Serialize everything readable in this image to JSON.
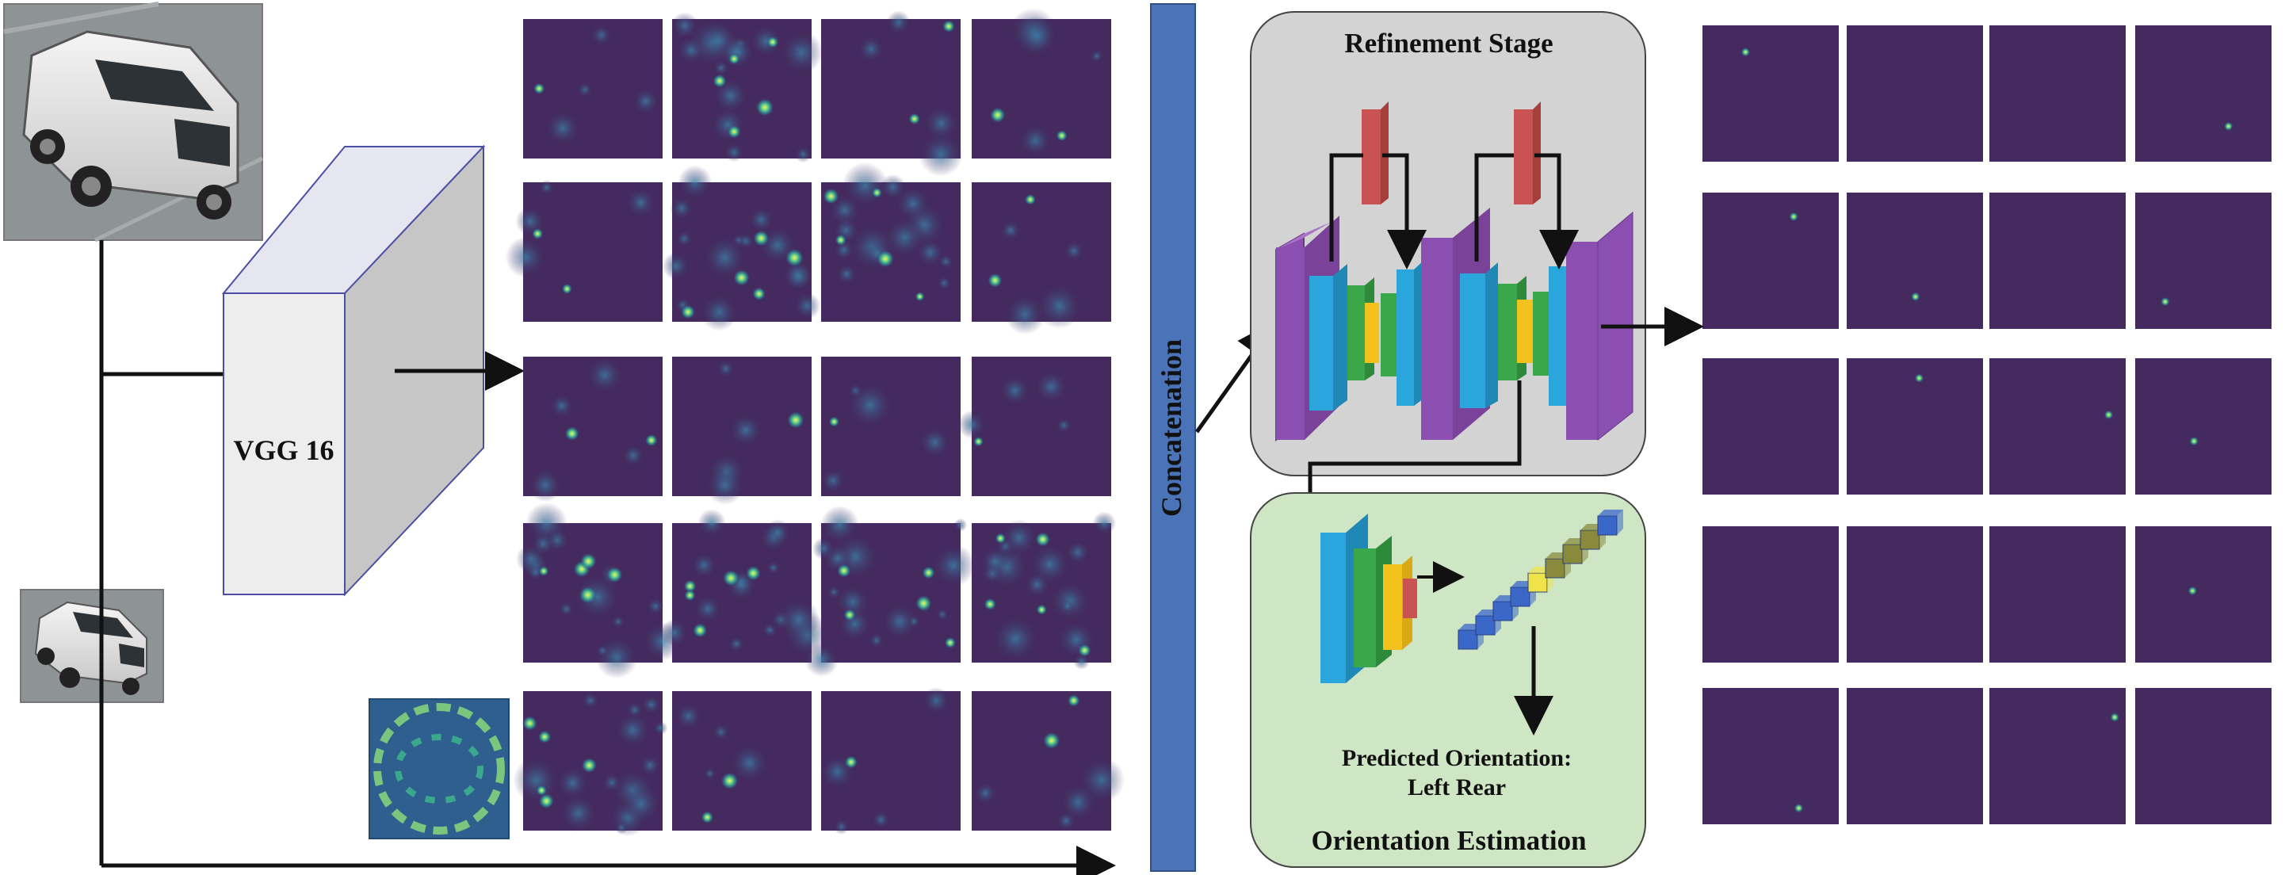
{
  "backbone": {
    "label": "VGG 16"
  },
  "concat": {
    "label": "Concatenation"
  },
  "refinement": {
    "title": "Refinement Stage"
  },
  "orientation": {
    "title": "Orientation Estimation",
    "prediction_line1": "Predicted Orientation:",
    "prediction_line2": "Left Rear"
  },
  "colors": {
    "heatmap_bg": "#442a5e",
    "concat_bar": "#4a73b8",
    "refinement_panel": "#d3d3d3",
    "orientation_panel": "#cfe6c5",
    "purple_block": "#8a4fb0",
    "blue_block": "#2aa6dc",
    "green_block": "#3aa84a",
    "yellow_block": "#f3c21c",
    "red_block": "#c95353"
  },
  "icons": {
    "input_image_large": "vehicle-photo-large",
    "input_image_small": "vehicle-photo-small",
    "heatmap": "keypoint-heatmap"
  }
}
